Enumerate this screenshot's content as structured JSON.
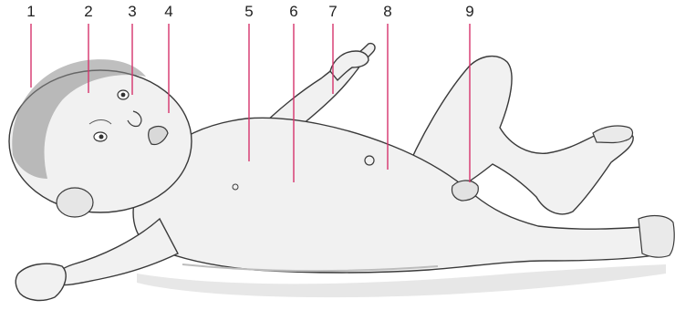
{
  "labels": [
    {
      "id": "1",
      "text": "1",
      "part": "cranium"
    },
    {
      "id": "2",
      "text": "2",
      "part": "forehead"
    },
    {
      "id": "3",
      "text": "3",
      "part": "eye"
    },
    {
      "id": "4",
      "text": "4",
      "part": "mouth"
    },
    {
      "id": "5",
      "text": "5",
      "part": "chest"
    },
    {
      "id": "6",
      "text": "6",
      "part": "abdomen"
    },
    {
      "id": "7",
      "text": "7",
      "part": "hand"
    },
    {
      "id": "8",
      "text": "8",
      "part": "navel"
    },
    {
      "id": "9",
      "text": "9",
      "part": "genitals"
    }
  ],
  "colors": {
    "leader_line": "#d6336c",
    "outline": "#3a3a3a",
    "skin": "#f1f1f1",
    "shade": "#bdbdbd",
    "hair": "#8a8a8a"
  }
}
